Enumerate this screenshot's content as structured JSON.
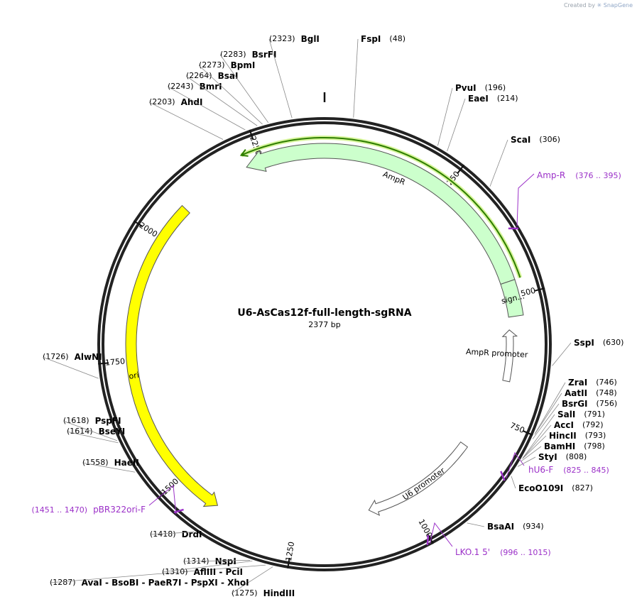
{
  "credit": {
    "prefix": "Created by",
    "brand": "SnapGene"
  },
  "plasmid": {
    "name": "U6-AsCas12f-full-length-sgRNA",
    "length_label": "2377 bp",
    "length": 2377
  },
  "colors": {
    "feature_green": "#ccffcc",
    "ori_yellow": "#ffff00",
    "primer": "#9b30c8",
    "ampr_line": "#2e7d00",
    "ampr_glow": "#d6f59a"
  },
  "ticks": [
    {
      "pos": 250,
      "label": "250"
    },
    {
      "pos": 500,
      "label": "500"
    },
    {
      "pos": 750,
      "label": "750"
    },
    {
      "pos": 1000,
      "label": "1000"
    },
    {
      "pos": 1250,
      "label": "1250"
    },
    {
      "pos": 1500,
      "label": "1500"
    },
    {
      "pos": 1750,
      "label": "1750"
    },
    {
      "pos": 2000,
      "label": "2000"
    },
    {
      "pos": 2250,
      "label": "2250"
    }
  ],
  "features": [
    {
      "name": "AmpR",
      "type": "feature"
    },
    {
      "name": "sign...",
      "type": "feature"
    },
    {
      "name": "AmpR promoter",
      "type": "promoter"
    },
    {
      "name": "U6 promoter",
      "type": "promoter"
    },
    {
      "name": "ori",
      "type": "rep_origin"
    }
  ],
  "primers": [
    {
      "name": "Amp-R",
      "range": "(376 .. 395)"
    },
    {
      "name": "hU6-F",
      "range": "(825 .. 845)"
    },
    {
      "name": "LKO.1 5'",
      "range": "(996 .. 1015)"
    },
    {
      "name": "pBR322ori-F",
      "range": "(1451 .. 1470)"
    }
  ],
  "enzymes": [
    {
      "name": "FspI",
      "pos": "(48)"
    },
    {
      "name": "PvuI",
      "pos": "(196)"
    },
    {
      "name": "EaeI",
      "pos": "(214)"
    },
    {
      "name": "ScaI",
      "pos": "(306)"
    },
    {
      "name": "SspI",
      "pos": "(630)"
    },
    {
      "name": "ZraI",
      "pos": "(746)"
    },
    {
      "name": "AatII",
      "pos": "(748)"
    },
    {
      "name": "BsrGI",
      "pos": "(756)"
    },
    {
      "name": "SalI",
      "pos": "(791)"
    },
    {
      "name": "AccI",
      "pos": "(792)"
    },
    {
      "name": "HincII",
      "pos": "(793)"
    },
    {
      "name": "BamHI",
      "pos": "(798)"
    },
    {
      "name": "StyI",
      "pos": "(808)"
    },
    {
      "name": "EcoO109I",
      "pos": "(827)"
    },
    {
      "name": "BsaAI",
      "pos": "(934)"
    },
    {
      "name": "HindIII",
      "pos": "(1275)"
    },
    {
      "name": "AvaI - BsoBI - PaeR7I - PspXI - XhoI",
      "pos": "(1287)"
    },
    {
      "name": "AflIII - PciI",
      "pos": "(1310)"
    },
    {
      "name": "NspI",
      "pos": "(1314)"
    },
    {
      "name": "DrdI",
      "pos": "(1418)"
    },
    {
      "name": "HaeII",
      "pos": "(1558)"
    },
    {
      "name": "BseYI",
      "pos": "(1614)"
    },
    {
      "name": "PspFI",
      "pos": "(1618)"
    },
    {
      "name": "AlwNI",
      "pos": "(1726)"
    },
    {
      "name": "AhdI",
      "pos": "(2203)"
    },
    {
      "name": "BmrI",
      "pos": "(2243)"
    },
    {
      "name": "BsaI",
      "pos": "(2264)"
    },
    {
      "name": "BpmI",
      "pos": "(2273)"
    },
    {
      "name": "BsrFI",
      "pos": "(2283)"
    },
    {
      "name": "BglI",
      "pos": "(2323)"
    }
  ]
}
